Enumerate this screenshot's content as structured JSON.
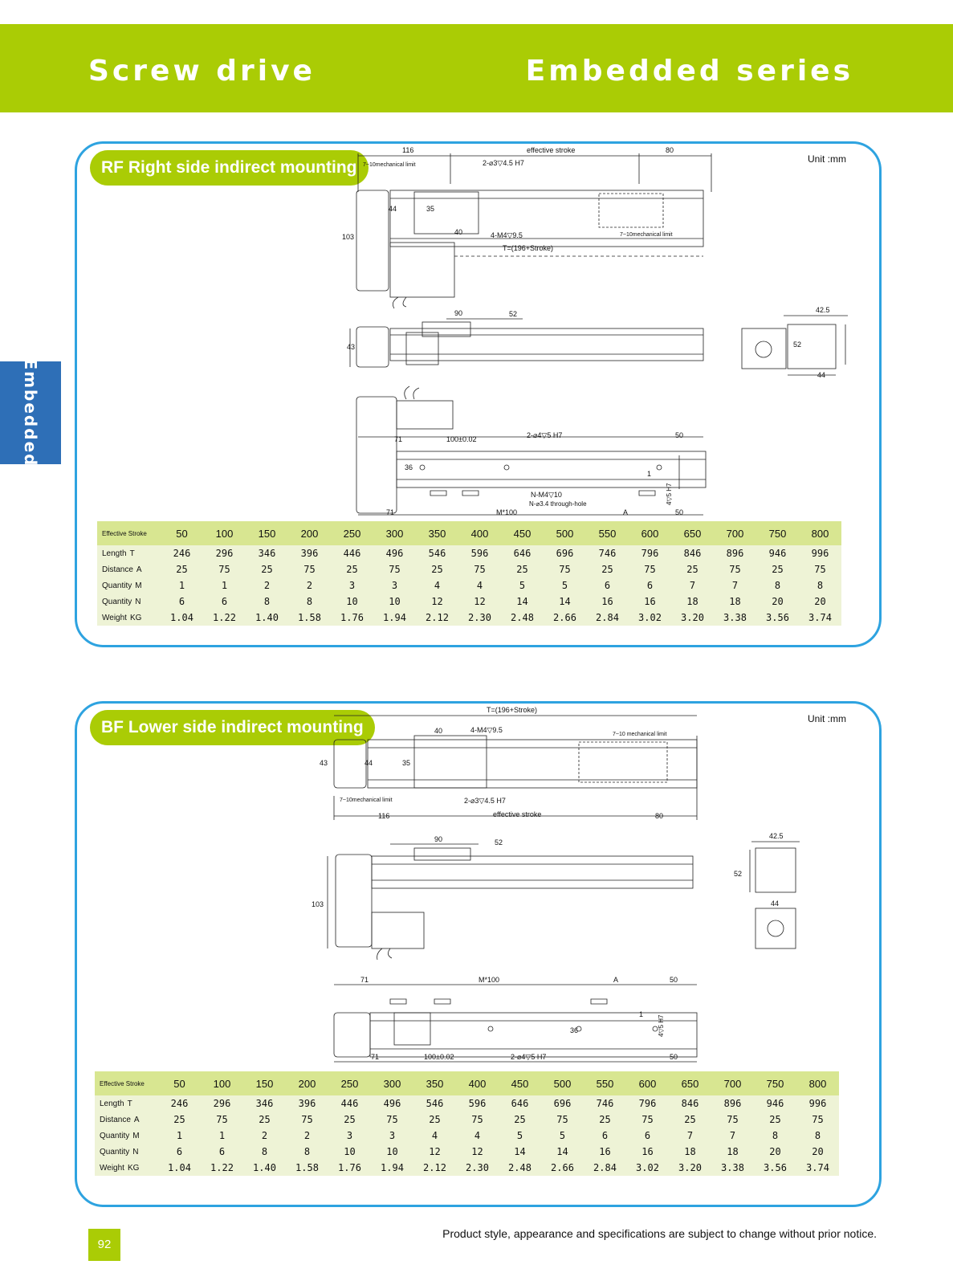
{
  "header": {
    "left_title": "Screw drive",
    "right_title": "Embedded series"
  },
  "side_tab": "Embedded",
  "rf": {
    "title": "RF  Right side indirect mounting",
    "unit": "Unit :mm",
    "dims": {
      "d116": "116",
      "effective_stroke": "effective stroke",
      "d80": "80",
      "mech_limit_left": "7~10mechanical limit",
      "holes_h7": "2-⌀3▽4.5 H7",
      "d44": "44",
      "d35": "35",
      "d40": "40",
      "m4": "4-M4▽9.5",
      "mech_limit_right": "7~10mechanical limit",
      "t_formula": "T=(196+Stroke)",
      "d103": "103",
      "d90": "90",
      "d52": "52",
      "d43": "43",
      "end_42_5": "42.5",
      "end_52": "52",
      "end_44": "44",
      "d71": "71",
      "d100": "100±0.02",
      "holes_4": "2-⌀4▽5 H7",
      "d50": "50",
      "d36": "36",
      "d1": "1",
      "d4_5": "4▽5 H7",
      "nm4": "N-M4▽10",
      "n34": "N-⌀3.4 through-hole",
      "m100": "M*100",
      "dA": "A"
    },
    "table": {
      "head_label": "Effective Stroke",
      "strokes": [
        "50",
        "100",
        "150",
        "200",
        "250",
        "300",
        "350",
        "400",
        "450",
        "500",
        "550",
        "600",
        "650",
        "700",
        "750",
        "800"
      ],
      "rows": [
        {
          "label": "Length",
          "sym": "T",
          "values": [
            "246",
            "296",
            "346",
            "396",
            "446",
            "496",
            "546",
            "596",
            "646",
            "696",
            "746",
            "796",
            "846",
            "896",
            "946",
            "996"
          ]
        },
        {
          "label": "Distance",
          "sym": "A",
          "values": [
            "25",
            "75",
            "25",
            "75",
            "25",
            "75",
            "25",
            "75",
            "25",
            "75",
            "25",
            "75",
            "25",
            "75",
            "25",
            "75"
          ]
        },
        {
          "label": "Quantity",
          "sym": "M",
          "values": [
            "1",
            "1",
            "2",
            "2",
            "3",
            "3",
            "4",
            "4",
            "5",
            "5",
            "6",
            "6",
            "7",
            "7",
            "8",
            "8"
          ]
        },
        {
          "label": "Quantity",
          "sym": "N",
          "values": [
            "6",
            "6",
            "8",
            "8",
            "10",
            "10",
            "12",
            "12",
            "14",
            "14",
            "16",
            "16",
            "18",
            "18",
            "20",
            "20"
          ]
        },
        {
          "label": "Weight",
          "sym": "KG",
          "values": [
            "1.04",
            "1.22",
            "1.40",
            "1.58",
            "1.76",
            "1.94",
            "2.12",
            "2.30",
            "2.48",
            "2.66",
            "2.84",
            "3.02",
            "3.20",
            "3.38",
            "3.56",
            "3.74"
          ]
        }
      ]
    }
  },
  "bf": {
    "title": "BF  Lower side indirect mounting",
    "unit": "Unit :mm",
    "dims": {
      "t_formula": "T=(196+Stroke)",
      "d40": "40",
      "m4": "4-M4▽9.5",
      "mech_limit_right": "7~10 mechanical limit",
      "d43": "43",
      "d44": "44",
      "d35": "35",
      "mech_limit_left": "7~10mechanical limit",
      "holes_h7": "2-⌀3▽4.5 H7",
      "d116": "116",
      "effective_stroke": "effective stroke",
      "d80": "80",
      "d90": "90",
      "d52": "52",
      "d103": "103",
      "end_42_5": "42.5",
      "end_52": "52",
      "end_44": "44",
      "d71": "71",
      "m100": "M*100",
      "dA": "A",
      "d50": "50",
      "d4_5": "4▽5 H7",
      "d1": "1",
      "d36": "36",
      "d100": "100±0.02",
      "holes_4": "2-⌀4▽5 H7"
    },
    "table": {
      "head_label": "Effective Stroke",
      "strokes": [
        "50",
        "100",
        "150",
        "200",
        "250",
        "300",
        "350",
        "400",
        "450",
        "500",
        "550",
        "600",
        "650",
        "700",
        "750",
        "800"
      ],
      "rows": [
        {
          "label": "Length",
          "sym": "T",
          "values": [
            "246",
            "296",
            "346",
            "396",
            "446",
            "496",
            "546",
            "596",
            "646",
            "696",
            "746",
            "796",
            "846",
            "896",
            "946",
            "996"
          ]
        },
        {
          "label": "Distance",
          "sym": "A",
          "values": [
            "25",
            "75",
            "25",
            "75",
            "25",
            "75",
            "25",
            "75",
            "25",
            "75",
            "25",
            "75",
            "25",
            "75",
            "25",
            "75"
          ]
        },
        {
          "label": "Quantity",
          "sym": "M",
          "values": [
            "1",
            "1",
            "2",
            "2",
            "3",
            "3",
            "4",
            "4",
            "5",
            "5",
            "6",
            "6",
            "7",
            "7",
            "8",
            "8"
          ]
        },
        {
          "label": "Quantity",
          "sym": "N",
          "values": [
            "6",
            "6",
            "8",
            "8",
            "10",
            "10",
            "12",
            "12",
            "14",
            "14",
            "16",
            "16",
            "18",
            "18",
            "20",
            "20"
          ]
        },
        {
          "label": "Weight",
          "sym": "KG",
          "values": [
            "1.04",
            "1.22",
            "1.40",
            "1.58",
            "1.76",
            "1.94",
            "2.12",
            "2.30",
            "2.48",
            "2.66",
            "2.84",
            "3.02",
            "3.20",
            "3.38",
            "3.56",
            "3.74"
          ]
        }
      ]
    }
  },
  "footer": {
    "page_number": "92",
    "note": "Product style, appearance and specifications are subject to change without prior notice."
  },
  "colors": {
    "accent_green": "#aacc05",
    "panel_border": "#2ea3e0",
    "side_tab": "#2e6fb7",
    "table_head": "#d8e691",
    "table_body": "#eef3d6"
  }
}
